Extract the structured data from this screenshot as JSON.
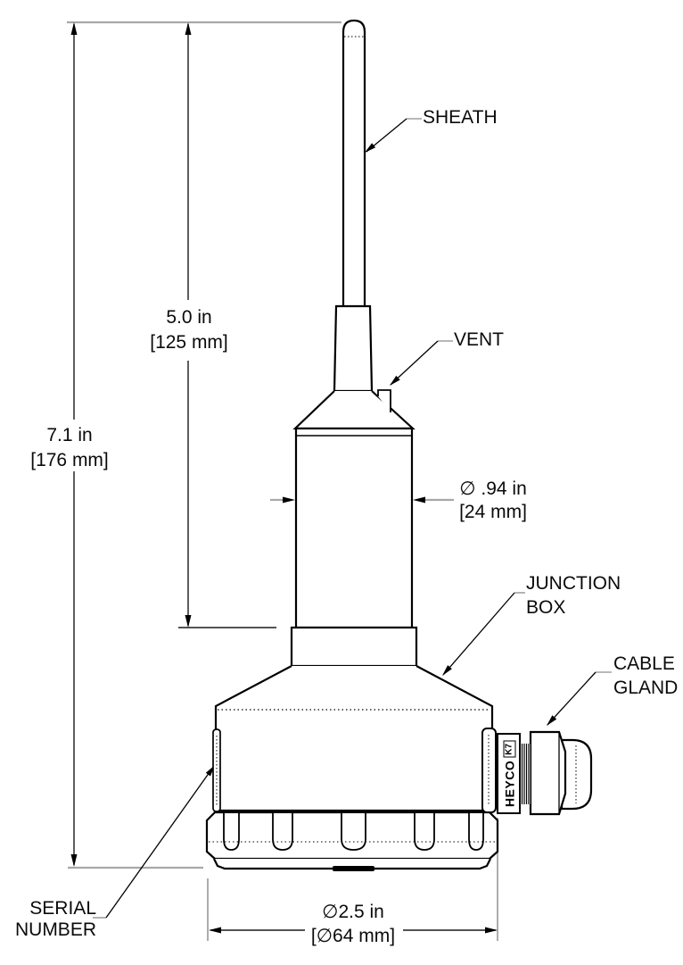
{
  "drawing": {
    "labels": {
      "sheath": "SHEATH",
      "vent": "VENT",
      "junction_box": {
        "line1": "JUNCTION",
        "line2": "BOX"
      },
      "cable_gland": {
        "line1": "CABLE",
        "line2": "GLAND"
      },
      "serial_number": {
        "line1": "SERIAL",
        "line2": "NUMBER"
      }
    },
    "dimensions": {
      "overall_height": {
        "value_in": "7.1 in",
        "value_mm": "[176 mm]"
      },
      "sheath_length": {
        "value_in": "5.0 in",
        "value_mm": "[125 mm]"
      },
      "body_diameter": {
        "value_in": "∅ .94 in",
        "value_mm": "[24 mm]"
      },
      "cap_diameter": {
        "value_in": "∅2.5 in",
        "value_mm": "[∅64 mm]"
      }
    },
    "gland_marking": {
      "brand": "HEYCO",
      "code": "K7"
    },
    "colors": {
      "object_line": "#000000",
      "dimension_line": "#1a1a1a",
      "extension_line": "#a8a8a8",
      "background": "#ffffff",
      "text": "#0a0a0a"
    }
  }
}
